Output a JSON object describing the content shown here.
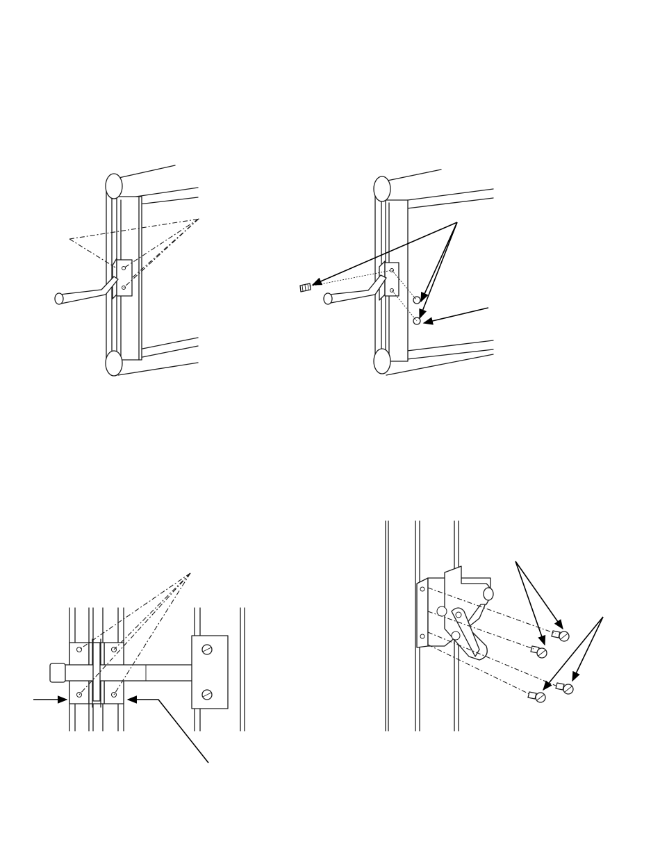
{
  "figures": [
    {
      "id": "figure-1",
      "description_shown": ""
    },
    {
      "id": "figure-2",
      "description_shown": ""
    },
    {
      "id": "figure-3",
      "description_shown": ""
    },
    {
      "id": "figure-4",
      "description_shown": ""
    }
  ],
  "colors": {
    "line": "#1a1a1a",
    "background": "#ffffff",
    "arrow": "#000000"
  }
}
